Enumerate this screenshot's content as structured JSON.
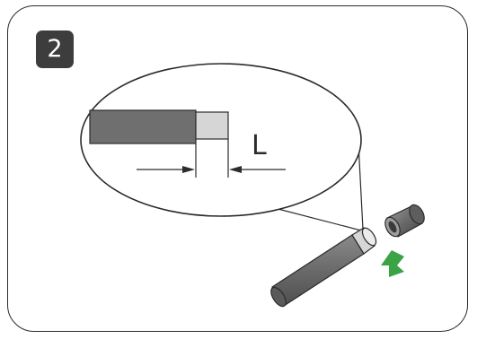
{
  "step": {
    "number": "2"
  },
  "dimension": {
    "label": "L"
  },
  "colors": {
    "outline": "#2b2b2b",
    "cable_jacket": "#6f6f6f",
    "conductor": "#d6d6d6",
    "ferrule_body": "#6a6a6a",
    "arrow": "#3aa346",
    "badge": "#3d3d3d"
  },
  "icons": {
    "arrow": "green-insertion-arrow"
  }
}
